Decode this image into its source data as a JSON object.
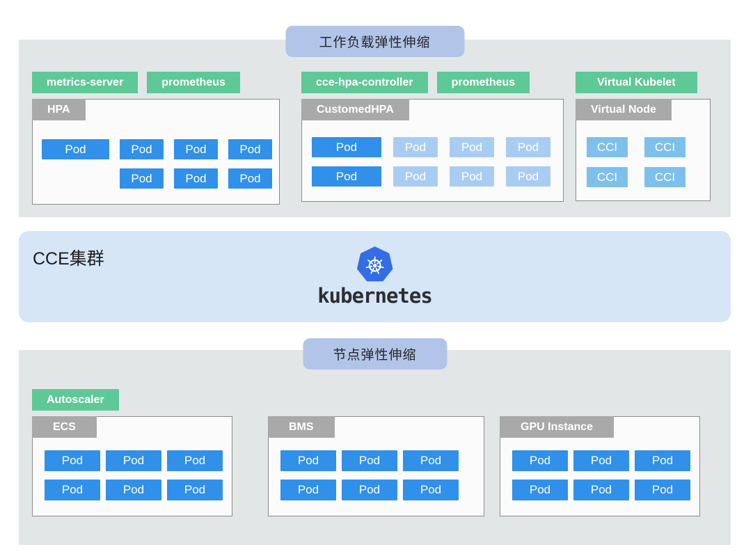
{
  "workload": {
    "badge": "工作负载弹性伸缩",
    "groups": [
      {
        "tags": [
          "metrics-server",
          "prometheus"
        ],
        "panel_label": "HPA",
        "pod_rows": [
          [
            "Pod",
            "Pod",
            "Pod",
            "Pod"
          ],
          [
            "Pod",
            "Pod",
            "Pod"
          ]
        ]
      },
      {
        "tags": [
          "cce-hpa-controller",
          "prometheus"
        ],
        "panel_label": "CustomedHPA",
        "pod_rows": [
          [
            "Pod",
            "Pod",
            "Pod",
            "Pod"
          ],
          [
            "Pod",
            "Pod",
            "Pod",
            "Pod"
          ]
        ]
      },
      {
        "tags": [
          "Virtual Kubelet"
        ],
        "panel_label": "Virtual Node",
        "pod_rows": [
          [
            "CCI",
            "CCI"
          ],
          [
            "CCI",
            "CCI"
          ]
        ]
      }
    ]
  },
  "cluster": {
    "label": "CCE集群",
    "logo_icon": "kubernetes-helm-wheel",
    "logo_text": "kubernetes"
  },
  "node": {
    "badge": "节点弹性伸缩",
    "autoscaler_tag": "Autoscaler",
    "groups": [
      {
        "panel_label": "ECS",
        "pod_rows": [
          [
            "Pod",
            "Pod",
            "Pod"
          ],
          [
            "Pod",
            "Pod",
            "Pod"
          ]
        ]
      },
      {
        "panel_label": "BMS",
        "pod_rows": [
          [
            "Pod",
            "Pod",
            "Pod"
          ],
          [
            "Pod",
            "Pod",
            "Pod"
          ]
        ]
      },
      {
        "panel_label": "GPU Instance",
        "pod_rows": [
          [
            "Pod",
            "Pod",
            "Pod"
          ],
          [
            "Pod",
            "Pod",
            "Pod"
          ]
        ]
      }
    ]
  },
  "colors": {
    "section_bg": "#e3e6e6",
    "badge_bg": "#b2c5e9",
    "green_tag_bg": "#5ec897",
    "gray_tag_bg": "#a9a9a9",
    "panel_bg": "#fbfbfb",
    "panel_border": "#8a8a8a",
    "pod_solid_blue": "#3090ea",
    "pod_light_blue": "#a9cdf2",
    "cci_blue": "#7ec0ec",
    "cluster_band_bg": "#d6e6f7",
    "kubernetes_logo_blue": "#326de6"
  }
}
